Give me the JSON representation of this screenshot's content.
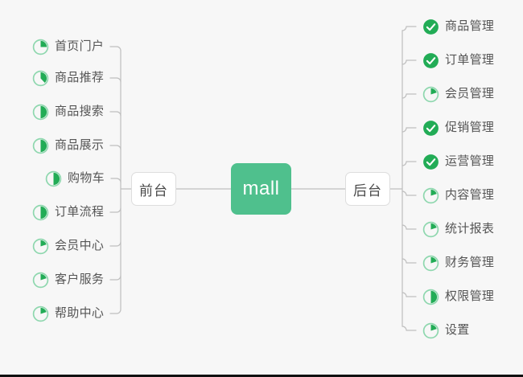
{
  "diagram": {
    "title": "mall",
    "center": {
      "label": "mall"
    },
    "branches": {
      "frontend": {
        "label": "前台"
      },
      "backend": {
        "label": "后台"
      }
    },
    "colors": {
      "center_fill": "#4FC08D",
      "check_fill": "#22AC56",
      "ring_light": "#8ED7AE",
      "wedge_fill": "#22AC56",
      "text": "#555555",
      "wire": "#bfbfbf",
      "background": "#f7f7f7"
    },
    "frontend_items": [
      {
        "label": "首页门户",
        "icon": "pie-icon",
        "progress": 25
      },
      {
        "label": "商品推荐",
        "icon": "pie-icon",
        "progress": 38
      },
      {
        "label": "商品搜索",
        "icon": "pie-icon",
        "progress": 50
      },
      {
        "label": "商品展示",
        "icon": "pie-icon",
        "progress": 50
      },
      {
        "label": "购物车",
        "icon": "pie-icon",
        "progress": 50
      },
      {
        "label": "订单流程",
        "icon": "pie-icon",
        "progress": 50
      },
      {
        "label": "会员中心",
        "icon": "pie-icon",
        "progress": 20
      },
      {
        "label": "客户服务",
        "icon": "pie-icon",
        "progress": 20
      },
      {
        "label": "帮助中心",
        "icon": "pie-icon",
        "progress": 20
      }
    ],
    "backend_items": [
      {
        "label": "商品管理",
        "icon": "check-circle-icon",
        "progress": 100
      },
      {
        "label": "订单管理",
        "icon": "check-circle-icon",
        "progress": 100
      },
      {
        "label": "会员管理",
        "icon": "pie-icon",
        "progress": 20
      },
      {
        "label": "促销管理",
        "icon": "check-circle-icon",
        "progress": 100
      },
      {
        "label": "运营管理",
        "icon": "check-circle-icon",
        "progress": 100
      },
      {
        "label": "内容管理",
        "icon": "pie-icon",
        "progress": 20
      },
      {
        "label": "统计报表",
        "icon": "pie-icon",
        "progress": 20
      },
      {
        "label": "财务管理",
        "icon": "pie-icon",
        "progress": 20
      },
      {
        "label": "权限管理",
        "icon": "pie-icon",
        "progress": 50
      },
      {
        "label": "设置",
        "icon": "pie-icon",
        "progress": 20
      }
    ]
  }
}
